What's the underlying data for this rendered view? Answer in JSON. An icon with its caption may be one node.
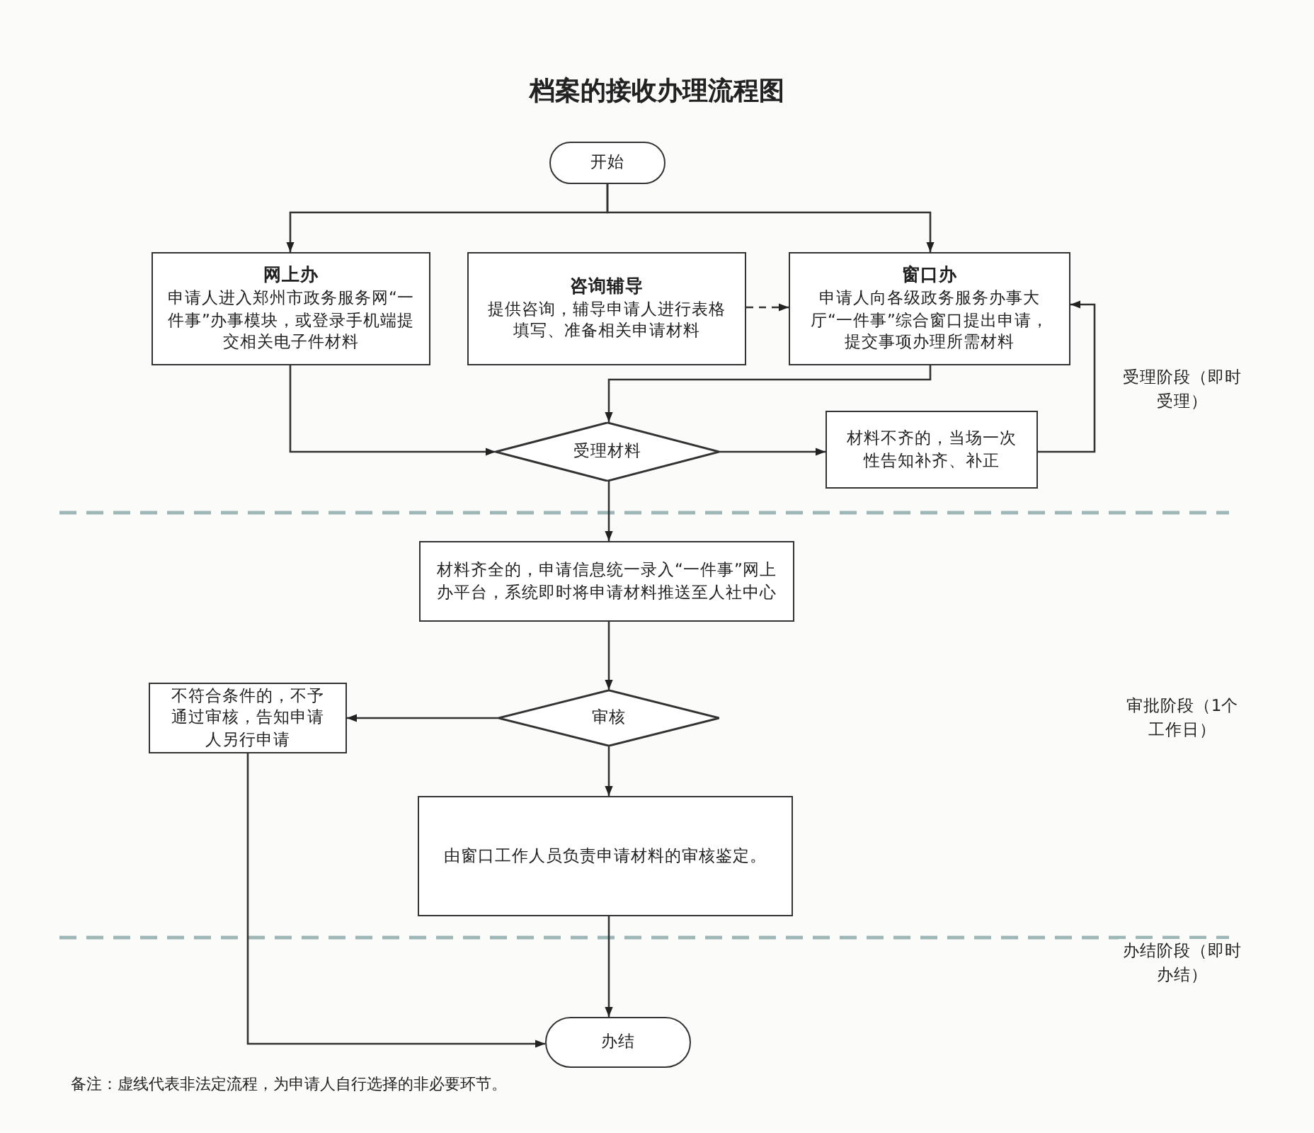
{
  "diagram": {
    "title": "档案的接收办理流程图",
    "nodes": [
      {
        "text": [
          "开始"
        ]
      },
      {
        "text": [
          "网上办",
          "申请人进入郑州市政务服务网“一件事”办事模块，或登录手机端提交相关电子件材料"
        ]
      },
      {
        "text": [
          "咨询辅导",
          "提供咨询，辅导申请人进行表格填写、准备相关申请材料"
        ]
      },
      {
        "text": [
          "窗口办",
          "申请人向各级政务服务办事大厅“一件事”综合窗口提出申请，提交事项办理所需材料"
        ]
      },
      {
        "text": [
          "受理材料"
        ]
      },
      {
        "text": [
          "材料不齐的，当场一次性告知补齐、补正"
        ]
      },
      {
        "text": [
          "材料齐全的，申请信息统一录入“一件事”网上办平台，系统即时将申请材料推送至人社中心"
        ]
      },
      {
        "text": [
          "审核"
        ]
      },
      {
        "text": [
          "不符合条件的，不予通过审核，告知申请人另行申请"
        ]
      },
      {
        "text": [
          "由窗口工作人员负责申请材料的审核鉴定。"
        ]
      },
      {
        "text": [
          "办结"
        ]
      }
    ],
    "edges": [
      {
        "from": 0,
        "to": 1,
        "arrow": "to"
      },
      {
        "from": 0,
        "to": 3,
        "arrow": "to"
      },
      {
        "from": 2,
        "to": 3,
        "arrow": "to",
        "style": "dashed"
      },
      {
        "from": 1,
        "to": 4,
        "arrow": "to"
      },
      {
        "from": 3,
        "to": 4,
        "arrow": "to"
      },
      {
        "from": 4,
        "to": 5,
        "arrow": "to"
      },
      {
        "from": 5,
        "to": 3,
        "arrow": "to"
      },
      {
        "from": 4,
        "to": 6,
        "arrow": "to"
      },
      {
        "from": 6,
        "to": 7,
        "arrow": "to"
      },
      {
        "from": 7,
        "to": 8,
        "arrow": "to"
      },
      {
        "from": 7,
        "to": 9,
        "arrow": "to"
      },
      {
        "from": 9,
        "to": 10,
        "arrow": "to"
      },
      {
        "from": 8,
        "to": 10,
        "arrow": "to"
      }
    ],
    "labels": [
      "受理阶段（即时受理）",
      "审批阶段（1个工作日）",
      "办结阶段（即时办结）",
      "备注：虚线代表非法定流程，为申请人自行选择的非必要环节。"
    ]
  }
}
